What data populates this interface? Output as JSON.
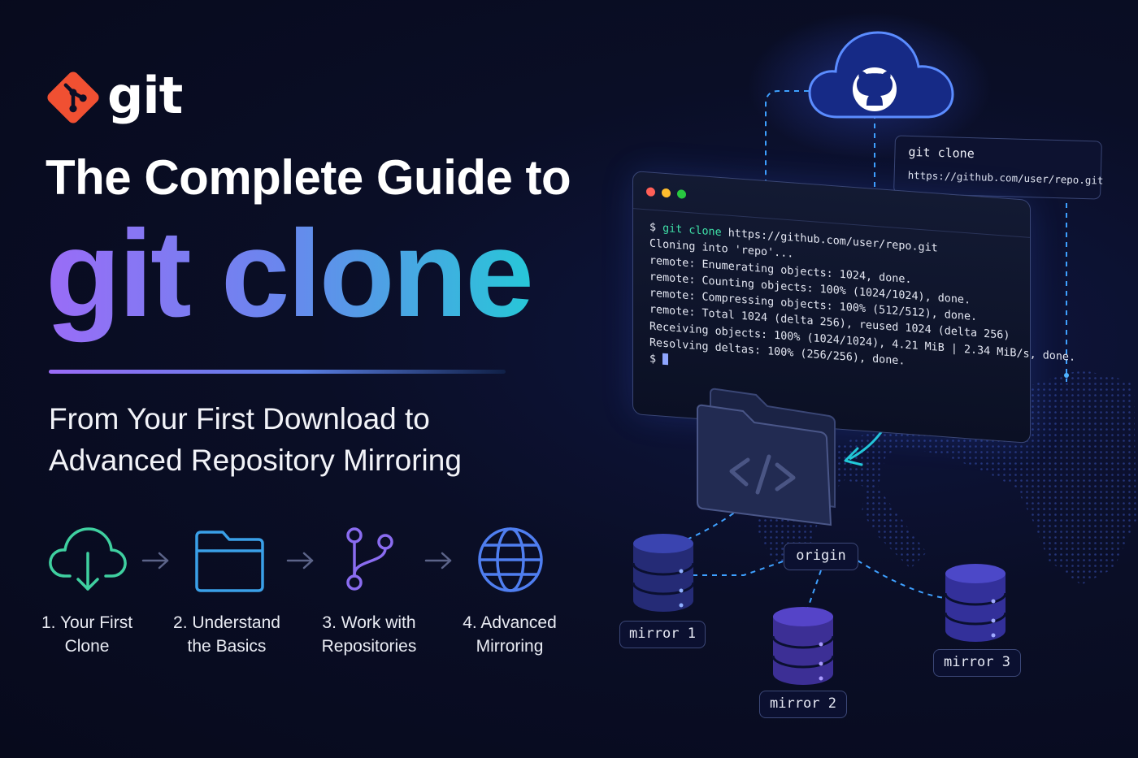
{
  "brand": {
    "name": "git",
    "accent_color": "#f05032"
  },
  "title": {
    "line1": "The Complete Guide to",
    "line2": "git clone",
    "gradient_colors": [
      "#9a6cf7",
      "#6a86ee",
      "#27c7d8"
    ]
  },
  "subtitle": {
    "line1": "From Your First Download to",
    "line2": "Advanced Repository Mirroring"
  },
  "steps": [
    {
      "label": "1. Your First\nClone",
      "icon": "cloud-download-icon",
      "color": "#3fd0a0"
    },
    {
      "label": "2. Understand\nthe Basics",
      "icon": "folder-icon",
      "color": "#3aa0e8"
    },
    {
      "label": "3. Work with\nRepositories",
      "icon": "git-branch-icon",
      "color": "#8a6cf0"
    },
    {
      "label": "4. Advanced\nMirroring",
      "icon": "globe-icon",
      "color": "#4f7ef0"
    }
  ],
  "terminal": {
    "prompt": "$",
    "command": "git clone",
    "command_url": "https://github.com/user/repo.git",
    "output": [
      "Cloning into 'repo'...",
      "remote: Enumerating objects: 1024, done.",
      "remote: Counting objects: 100% (1024/1024), done.",
      "remote: Compressing objects: 100% (512/512), done.",
      "remote: Total 1024 (delta 256), reused 1024 (delta 256)",
      "Receiving objects: 100% (1024/1024), 4.21 MiB | 2.34 MiB/s, done.",
      "Resolving deltas: 100% (256/256), done."
    ]
  },
  "callout": {
    "title": "git clone",
    "url": "https://github.com/user/repo.git"
  },
  "remote": {
    "icon": "github-icon"
  },
  "local_repo": {
    "icon": "code-icon"
  },
  "nodes": {
    "origin": "origin",
    "mirror1": "mirror 1",
    "mirror2": "mirror 2",
    "mirror3": "mirror 3"
  }
}
